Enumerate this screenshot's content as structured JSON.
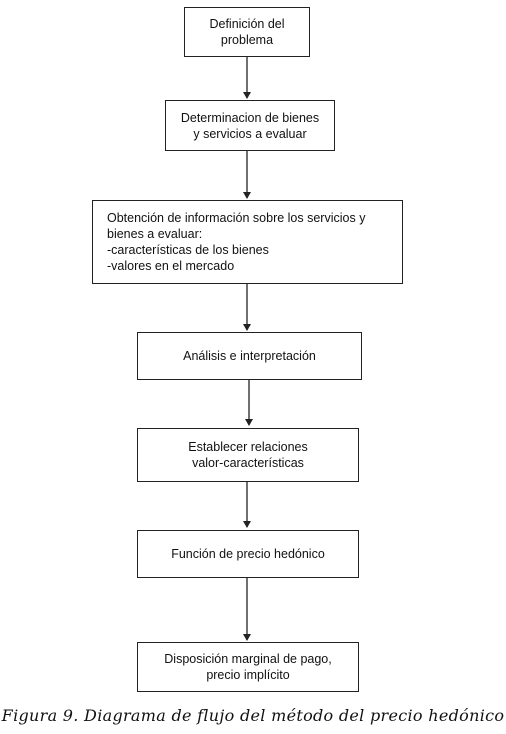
{
  "diagram": {
    "nodes": [
      {
        "text": "Definición del\nproblema"
      },
      {
        "text": "Determinacion de bienes\ny servicios a evaluar"
      },
      {
        "text": "Obtención de información sobre los servicios y\nbienes a evaluar:\n-características de los bienes\n-valores en el mercado"
      },
      {
        "text": "Análisis e interpretación"
      },
      {
        "text": "Establecer relaciones\nvalor-características"
      },
      {
        "text": "Función de precio hedónico"
      },
      {
        "text": "Disposición marginal de pago,\nprecio implícito"
      }
    ]
  },
  "caption": "Figura 9. Diagrama de flujo del método del precio hedónico"
}
